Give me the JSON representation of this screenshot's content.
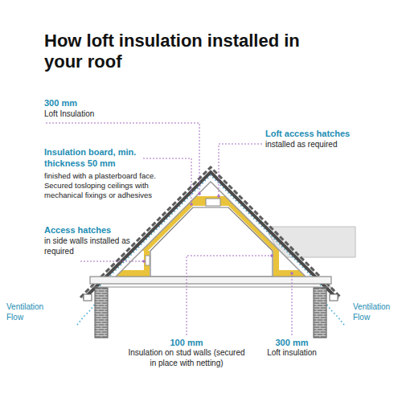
{
  "diagram": {
    "title": "How loft insulation installed in your roof",
    "labels": [
      "300 mm",
      "Loft Insulation",
      "Loft access hatches",
      "installed as required",
      "Insulation board, min. thickness 50 mm",
      "finished with a plasterboard face. Secured tosloping ceilings with mechanical fixings or adhesives",
      "Access hatches",
      "in side walls installed as required",
      "Ventilation Flow",
      "Ventilation Flow",
      "100 mm",
      "Insulation on stud walls (secured in place with netting)",
      "300 mm",
      "Loft insulation"
    ]
  }
}
